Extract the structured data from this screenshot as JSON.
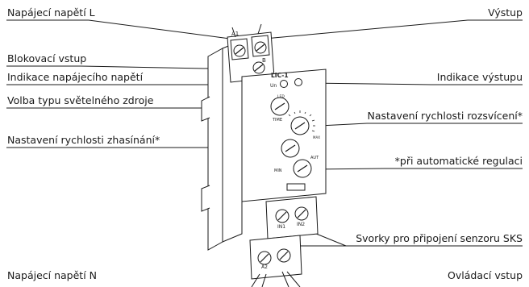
{
  "labels": {
    "supply_l": "Napájecí napětí L",
    "output": "Výstup",
    "block_input": "Blokovací vstup",
    "supply_indication": "Indikace napájecího napětí",
    "output_indication": "Indikace výstupu",
    "light_source_type": "Volba typu světelného zdroje",
    "ignition_speed": "Nastavení rychlosti rozsvícení*",
    "extinguish_speed": "Nastavení rychlosti zhasínání*",
    "auto_regulation_note": "*při automatické regulaci",
    "sks_terminals": "Svorky pro připojení senzoru SKS",
    "supply_n": "Napájecí napětí N",
    "control_input": "Ovládací vstup"
  },
  "device": {
    "model": "LIC-1",
    "un": "Un",
    "led": "LED",
    "time": "TIME",
    "aut": "AUT",
    "min": "MIN",
    "max": "MAX",
    "terminal_a1": "A1",
    "terminal_a2": "A2",
    "terminal_in1": "IN1",
    "terminal_in2": "IN2",
    "terminal_b": "B"
  }
}
